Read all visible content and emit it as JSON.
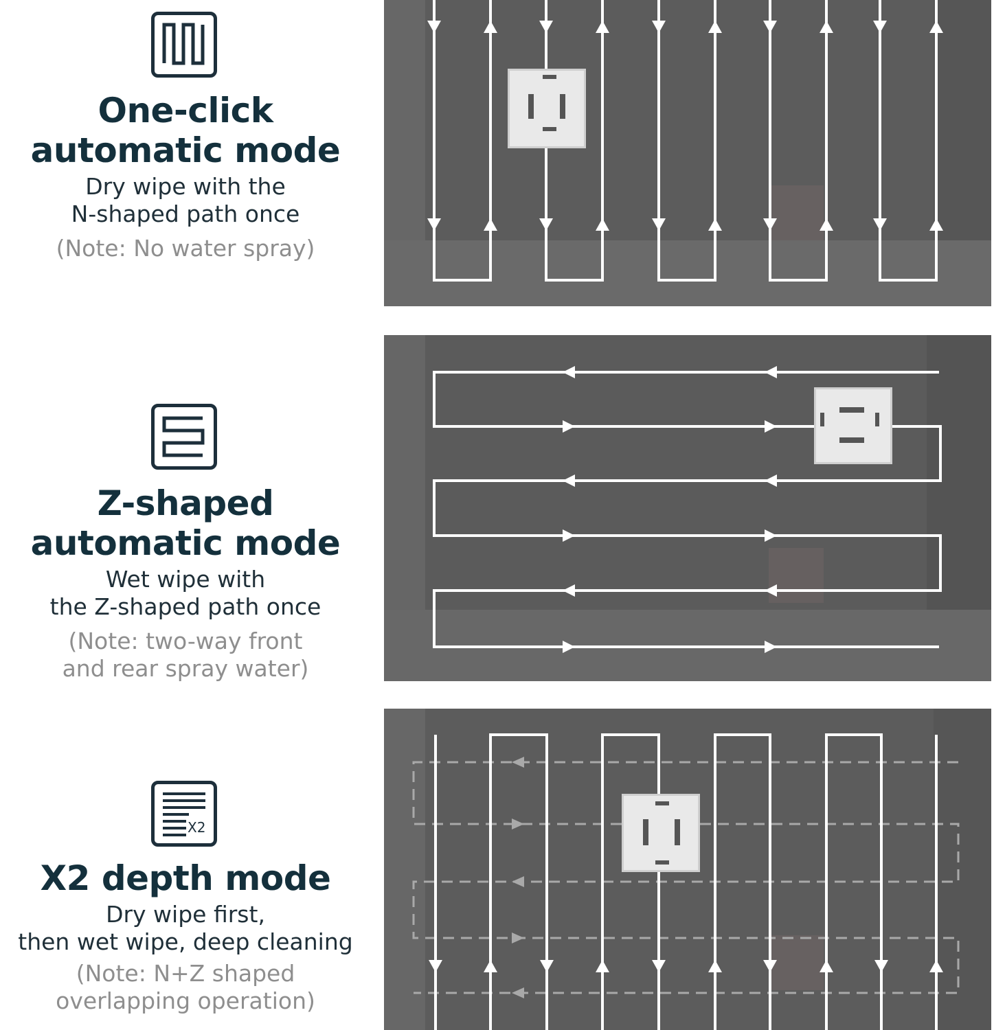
{
  "modes": [
    {
      "icon": "n-path-icon",
      "title_line1": "One-click",
      "title_line2": "automatic mode",
      "desc_line1": "Dry wipe with the",
      "desc_line2": "N-shaped path once",
      "note_line1": "(Note: No water spray)"
    },
    {
      "icon": "z-path-icon",
      "title_line1": "Z-shaped",
      "title_line2": "automatic mode",
      "desc_line1": "Wet wipe with",
      "desc_line2": "the Z-shaped path once",
      "note_line1": "(Note: two-way front",
      "note_line2": "and rear spray water)"
    },
    {
      "icon": "x2-depth-icon",
      "icon_label": "X2",
      "title_line1": "X2 depth mode",
      "desc_line1": "Dry wipe first,",
      "desc_line2": "then wet wipe, deep cleaning",
      "note_line1": "(Note: N+Z shaped",
      "note_line2": "overlapping operation)"
    }
  ],
  "colors": {
    "title": "#14303c",
    "note": "#8e8e8e",
    "panel_bg": "#5b5b5b",
    "path": "#ffffff",
    "dashed_path": "#a9a9a9"
  }
}
